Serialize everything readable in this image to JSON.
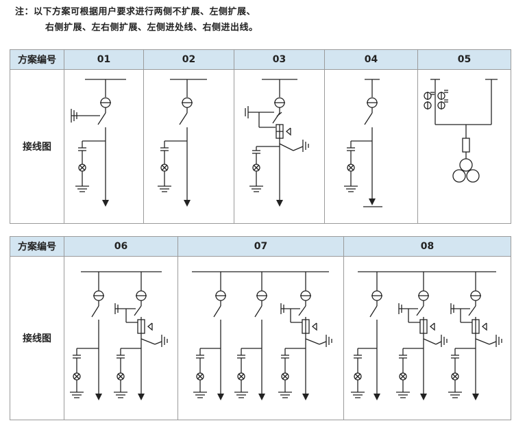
{
  "note": {
    "line1": "注：以下方案可根据用户要求进行两侧不扩展、左侧扩展、",
    "line2": "右侧扩展、左右侧扩展、左侧进处线、右侧进出线。"
  },
  "table1": {
    "header_label": "方案编号",
    "row_label": "接线图",
    "schemes": [
      "01",
      "02",
      "03",
      "04",
      "05"
    ]
  },
  "table2": {
    "header_label": "方案编号",
    "row_label": "接线图",
    "schemes": [
      "06",
      "07",
      "08"
    ]
  },
  "colors": {
    "header_bg": "#d3e5f1",
    "border": "#9a9a9a",
    "line": "#222222"
  }
}
